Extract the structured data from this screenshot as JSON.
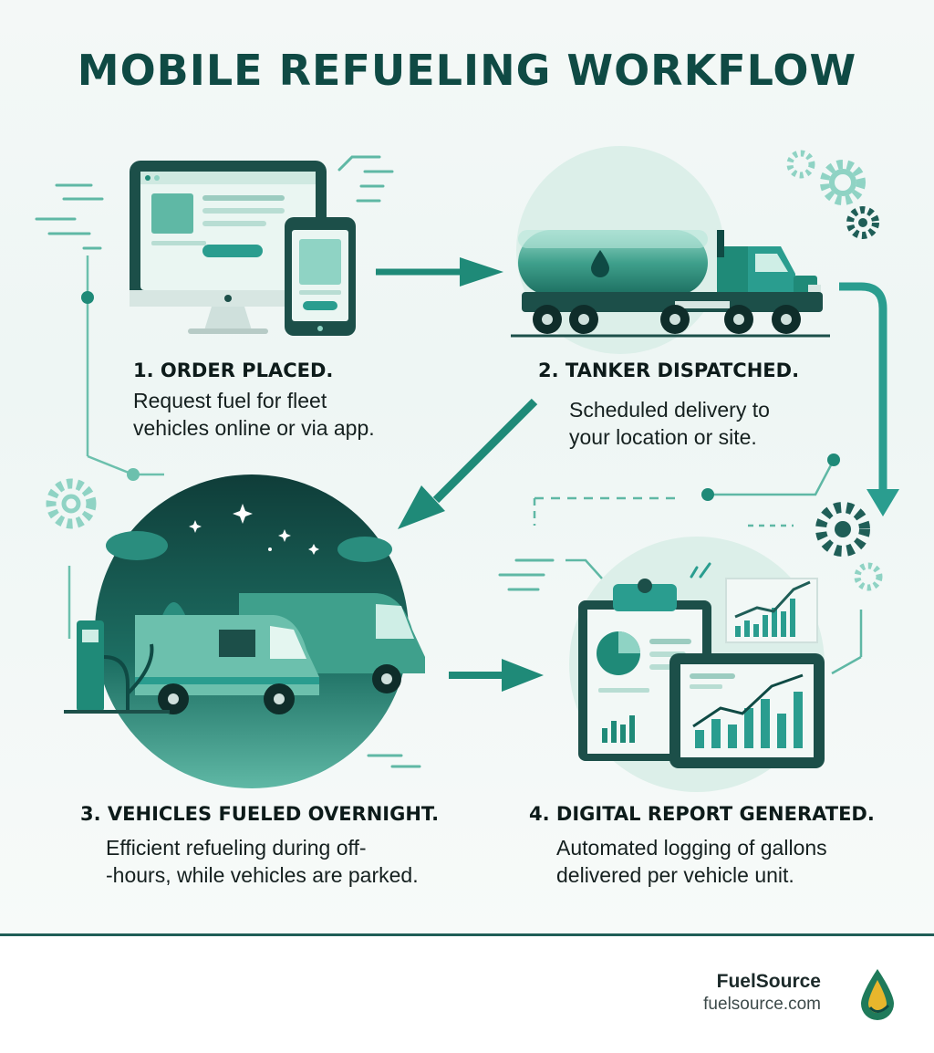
{
  "title": "MOBILE REFUELING WORKFLOW",
  "steps": [
    {
      "title": "1. ORDER PLACED.",
      "lines": [
        "Request fuel for fleet",
        "vehicles online or via app."
      ]
    },
    {
      "title": "2. TANKER DISPATCHED.",
      "lines": [
        "Scheduled delivery to",
        "your location or site."
      ]
    },
    {
      "title": "3. VEHICLES FUELED OVERNIGHT.",
      "lines": [
        "Efficient refueling during off-",
        "-hours, while vehicles are parked."
      ]
    },
    {
      "title": "4. DIGITAL REPORT GENERATED.",
      "lines": [
        "Automated logging of gallons",
        "delivered per vehicle unit."
      ]
    }
  ],
  "brand": {
    "name": "FuelSource",
    "url": "fuelsource.com"
  },
  "colors": {
    "primary": "#1f8a78",
    "dark": "#0f4a44",
    "light": "#8fd3c4",
    "accent": "#2a9d8f"
  }
}
